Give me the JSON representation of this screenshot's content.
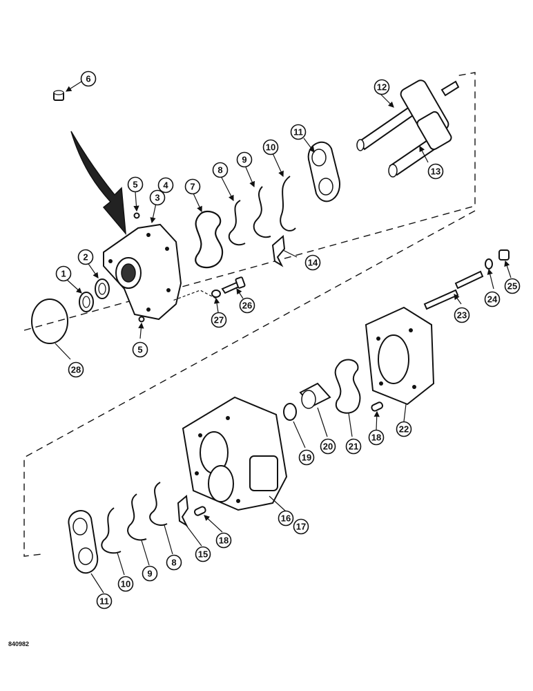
{
  "diagram": {
    "figure_code": "840982",
    "callouts": [
      "6",
      "12",
      "11",
      "10",
      "9",
      "8",
      "7",
      "5",
      "4",
      "3",
      "13",
      "14",
      "2",
      "1",
      "26",
      "27",
      "5",
      "28",
      "23",
      "24",
      "25",
      "22",
      "18",
      "21",
      "20",
      "19",
      "16",
      "17",
      "18",
      "15",
      "8",
      "9",
      "10",
      "11"
    ]
  }
}
